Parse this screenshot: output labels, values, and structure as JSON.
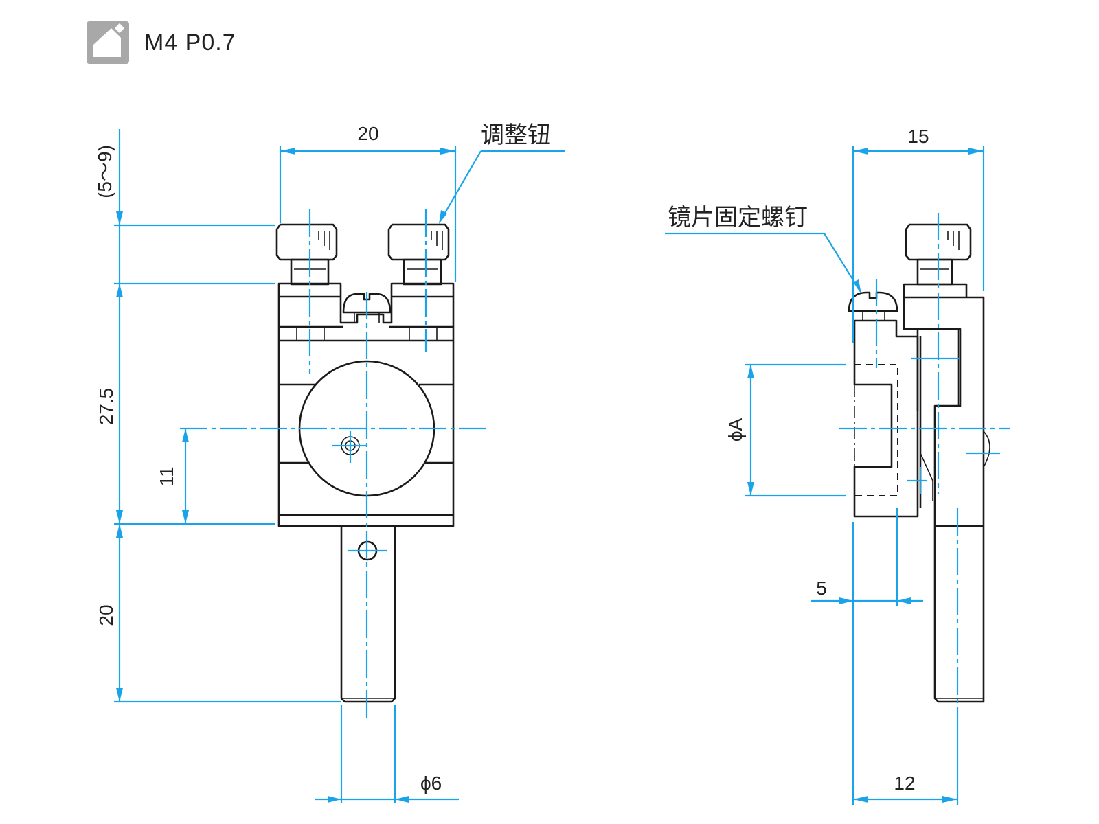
{
  "header": {
    "thread_icon": "thread-tap-icon",
    "thread_spec": "M4 P0.7"
  },
  "front_view": {
    "dim_width": "20",
    "dim_knob_travel": "(5～9)",
    "dim_body_height": "27.5",
    "dim_center_height": "11",
    "dim_post_length": "20",
    "dim_post_diameter": "ϕ6",
    "callout_adjust_knob": "调整钮"
  },
  "side_view": {
    "dim_depth": "15",
    "dim_aperture": "ϕA",
    "dim_offset": "5",
    "dim_post_offset": "12",
    "callout_lens_screw": "镜片固定螺钉"
  },
  "colors": {
    "dimension_line": "#1aa3e8",
    "outline": "#1a1a1a",
    "icon_bg": "#a8a8a8"
  }
}
